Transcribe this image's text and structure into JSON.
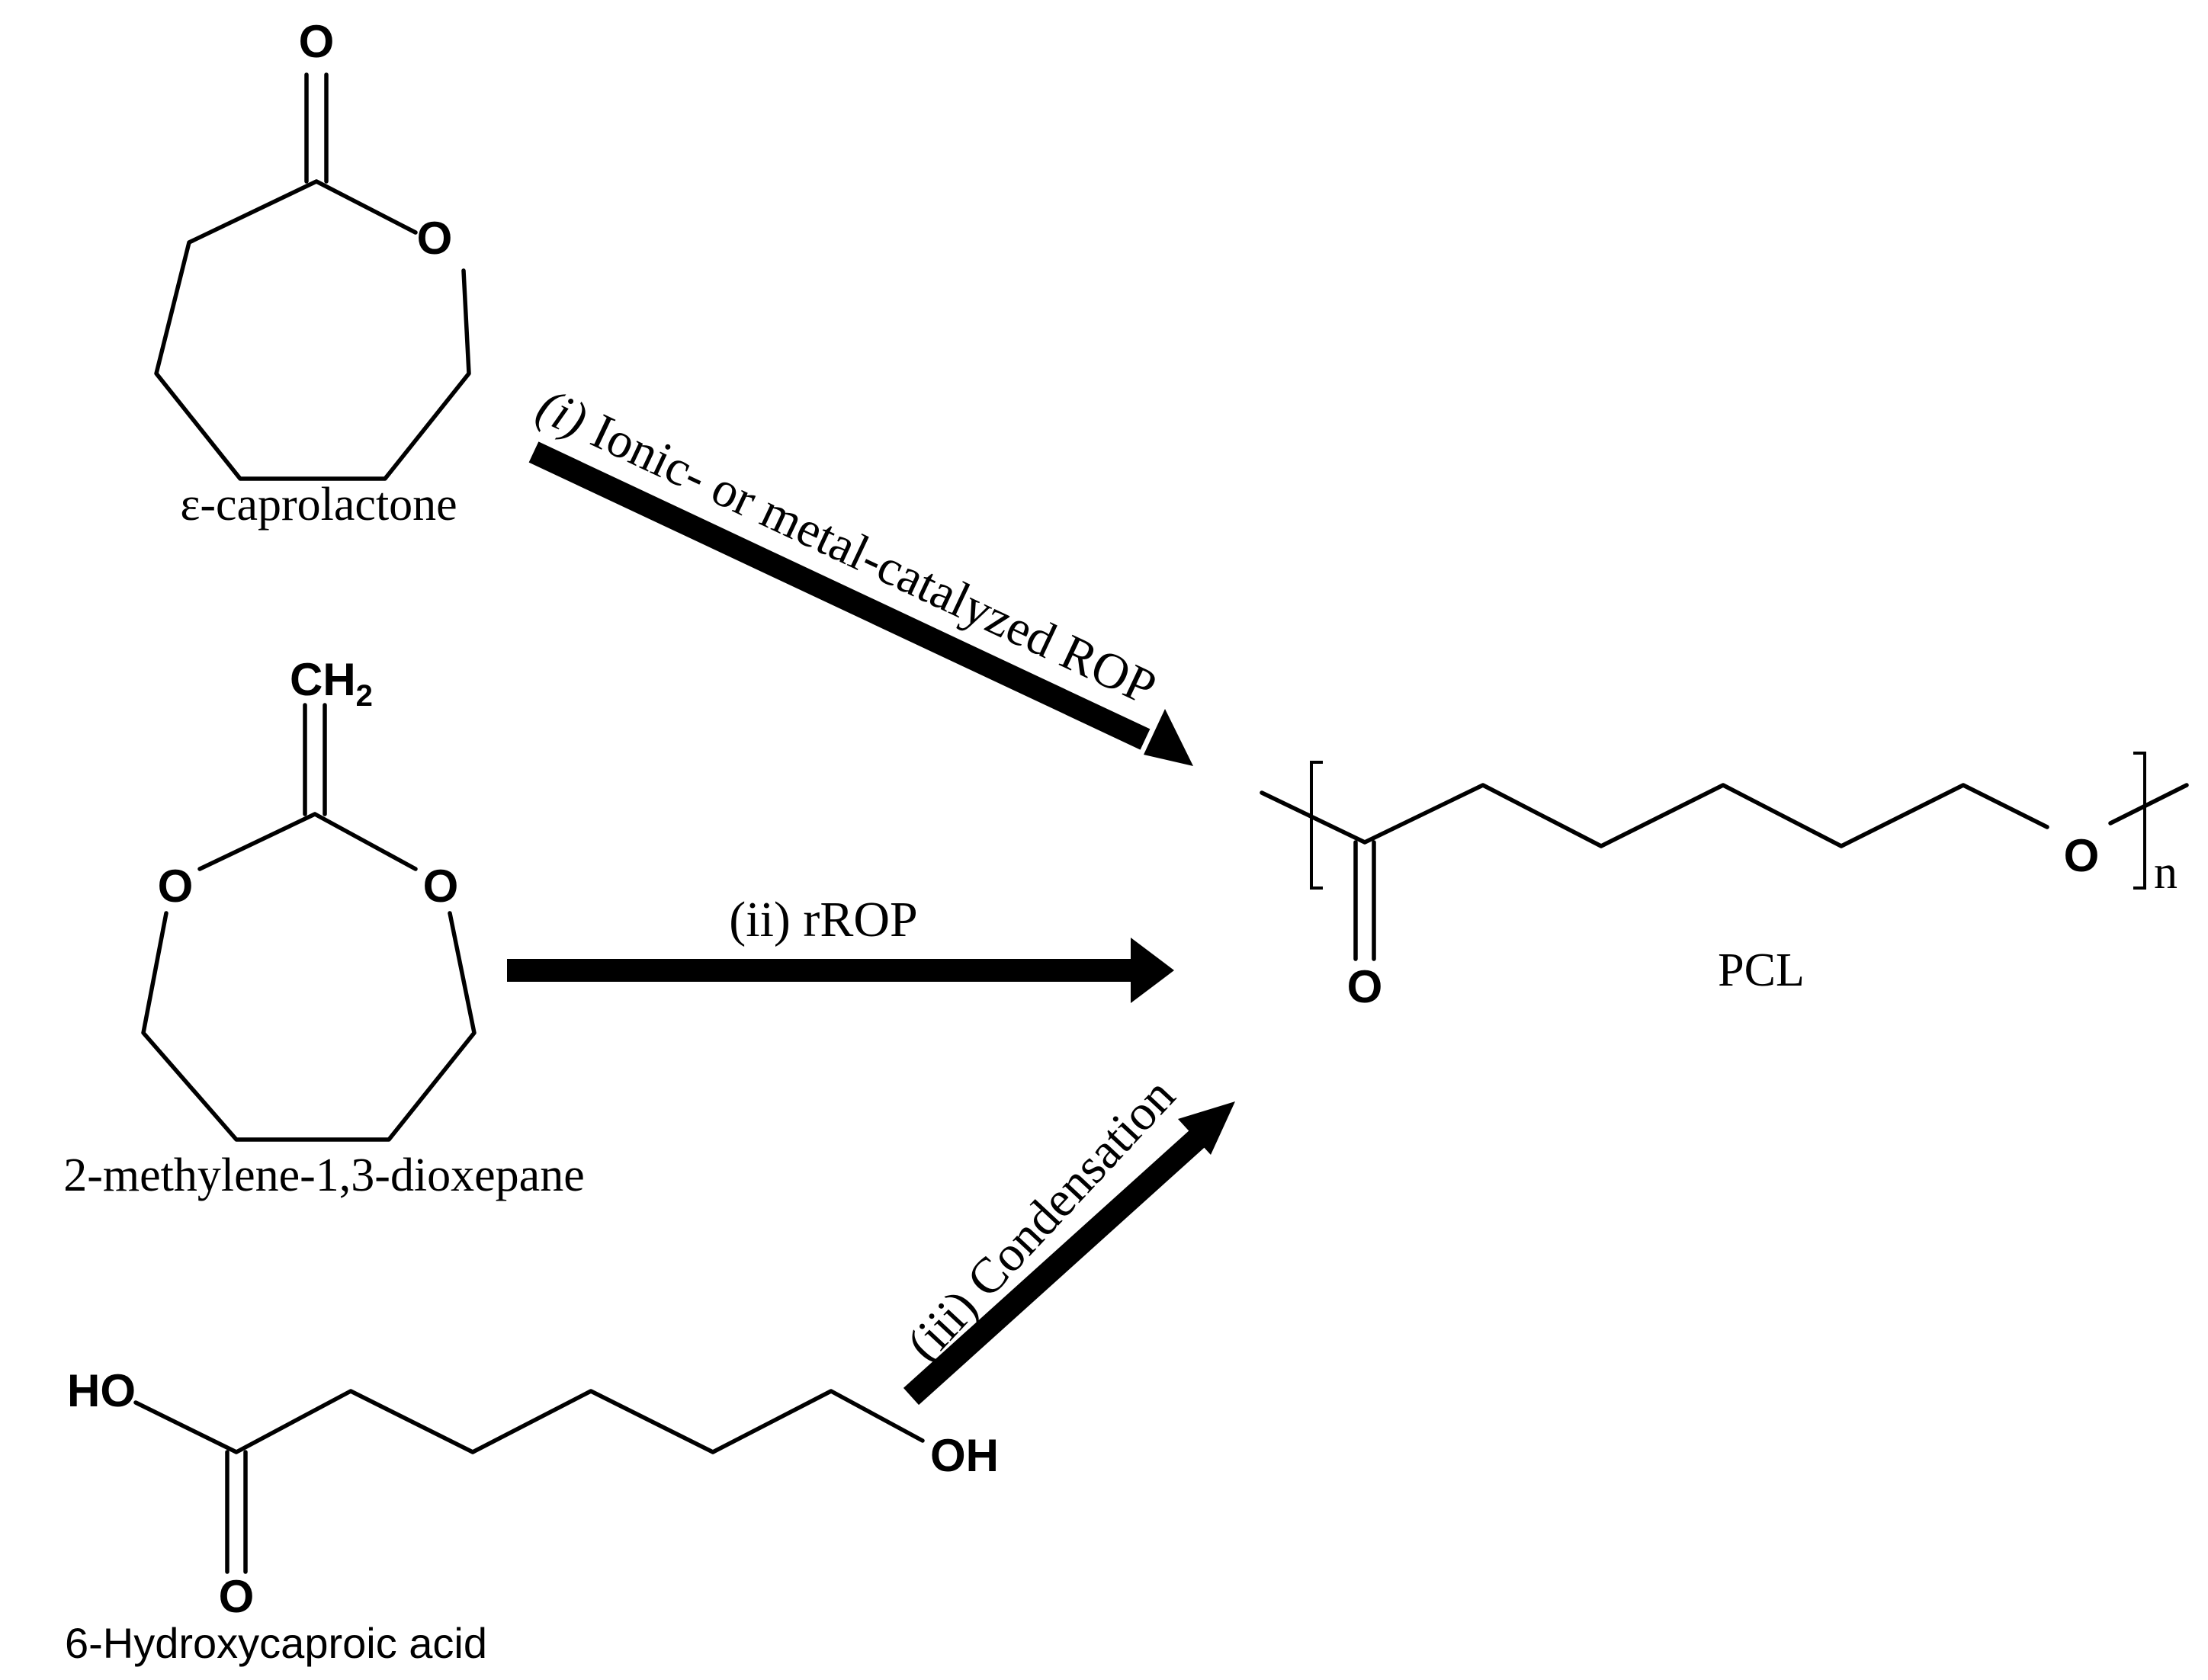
{
  "compounds": {
    "caprolactone": {
      "name": "ε-caprolactone",
      "carbonyl_o": "O",
      "ring_o": "O"
    },
    "mdo": {
      "name": "2-methylene-1,3-dioxepane",
      "methylene": "CH",
      "methylene_sub": "2",
      "ring_o_left": "O",
      "ring_o_right": "O"
    },
    "hydroxycaproic": {
      "name": "6-Hydroxycaproic acid",
      "acid_oh": "HO",
      "carbonyl_o": "O",
      "terminal_oh": "OH"
    },
    "pcl": {
      "name": "PCL",
      "carbonyl_o": "O",
      "ester_o": "O",
      "repeat_subscript": "n"
    }
  },
  "routes": {
    "route1": {
      "numeral": "(i)",
      "text": "Ionic- or metal-catalyzed ROP"
    },
    "route2": {
      "label": "(ii) rROP"
    },
    "route3": {
      "label": "(iii) Condensation"
    }
  }
}
